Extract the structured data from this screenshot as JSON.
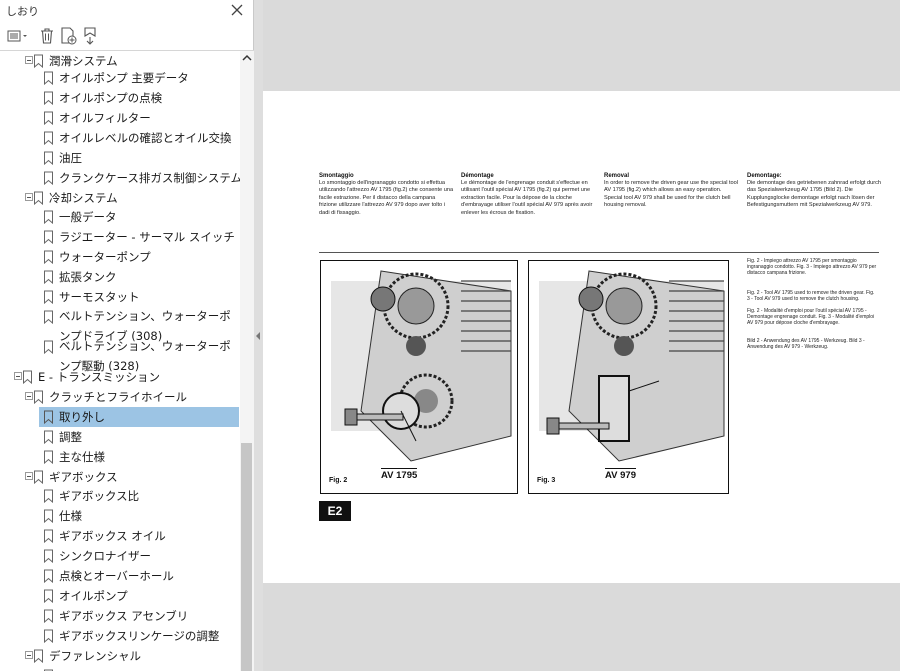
{
  "panel": {
    "title": "しおり",
    "tools": [
      "options-menu-icon",
      "trash-icon",
      "new-bookmark-icon",
      "find-bookmark-icon"
    ]
  },
  "bookmarks": [
    {
      "label": "潤滑システム",
      "level": 1,
      "expandable": true
    },
    {
      "label": "オイルポンプ 主要データ",
      "level": 2
    },
    {
      "label": "オイルポンプの点検",
      "level": 2
    },
    {
      "label": "オイルフィルター",
      "level": 2
    },
    {
      "label": "オイルレベルの確認とオイル交換",
      "level": 2
    },
    {
      "label": "油圧",
      "level": 2
    },
    {
      "label": "クランクケース排ガス制御システム",
      "level": 2
    },
    {
      "label": "冷却システム",
      "level": 1,
      "expandable": true
    },
    {
      "label": "一般データ",
      "level": 2
    },
    {
      "label": "ラジエーター - サーマル スイッチ",
      "level": 2
    },
    {
      "label": "ウォーターポンプ",
      "level": 2
    },
    {
      "label": "拡張タンク",
      "level": 2
    },
    {
      "label": "サーモスタット",
      "level": 2
    },
    {
      "label": "ベルトテンション、ウォーターポンプドライブ (308)",
      "level": 2
    },
    {
      "label": "ベルトテンション、ウォーターポンプ駆動 (328)",
      "level": 2
    },
    {
      "label": "E - トランスミッション",
      "level": 0,
      "expandable": true
    },
    {
      "label": "クラッチとフライホイール",
      "level": 1,
      "expandable": true
    },
    {
      "label": "取り外し",
      "level": 2,
      "selected": true
    },
    {
      "label": "調整",
      "level": 2
    },
    {
      "label": "主な仕様",
      "level": 2
    },
    {
      "label": "ギアボックス",
      "level": 1,
      "expandable": true
    },
    {
      "label": "ギアボックス比",
      "level": 2
    },
    {
      "label": "仕様",
      "level": 2
    },
    {
      "label": "ギアボックス オイル",
      "level": 2
    },
    {
      "label": "シンクロナイザー",
      "level": 2
    },
    {
      "label": "点検とオーバーホール",
      "level": 2
    },
    {
      "label": "オイルポンプ",
      "level": 2
    },
    {
      "label": "ギアボックス アセンブリ",
      "level": 2
    },
    {
      "label": "ギアボックスリンケージの調整",
      "level": 2
    },
    {
      "label": "デファレンシャル",
      "level": 1,
      "expandable": true
    }
  ],
  "page": {
    "columns": [
      {
        "heading": "Smontaggio",
        "text": "Lo smontaggio dell'ingranaggio condotto si effettua utilizzando l'attrezzo AV 1795 (fig.2) che consente una facile estrazione. Per il distacco della campana frizione utilizzare l'attrezzo AV 979 dopo aver tolto i dadi di fissaggio."
      },
      {
        "heading": "Démontage",
        "text": "Le démontage de l'engrenage conduit s'effectue en utilisant l'outil spécial AV 1795 (fig.2) qui permet une extraction facile. Pour la dépose de la cloche d'embrayage utiliser l'outil spécial AV 979 après avoir enlever les écrous de fixation."
      },
      {
        "heading": "Removal",
        "text": "In order to remove the driven gear use the special tool AV 1795 (fig.2) which allows an easy operation. Special tool AV 979 shall be used for the clutch bell housing removal."
      },
      {
        "heading": "Demontage:",
        "text": "Die demontage des getriebenen zahnrad erfolgt durch das Spezialwerkzeug AV 1795 (Bild 2). Die Kupplungsglocke demontage erfolgt nach lösen der Befestigungsmuttern mit Spezialwerkzeug AV 979."
      }
    ],
    "captions": [
      "Fig. 2 - Impiego attrezzo AV 1795 per smontaggio ingranaggio condotto. Fig. 3 - Impiego attrezzo AV 979 per distacco campana frizione.",
      "Fig. 2 - Tool AV 1795 used to remove the driven gear. Fig. 3 - Tool AV 979 used to remove the clutch housing.",
      "Fig. 2 - Modalité d'emploi pour l'outil spécial AV 1795 - Demontage engrenage conduit. Fig. 3 - Modalité d'emploi AV 979 pour dépose cloche d'embrayage.",
      "Bild 2 - Anwendung des AV 1795 - Werkzeug. Bild 3 - Anwendung des AV 979 - Werkzeug."
    ],
    "figures": [
      {
        "label": "Fig. 2",
        "tool": "AV 1795"
      },
      {
        "label": "Fig. 3",
        "tool": "AV 979"
      }
    ],
    "section_badge": "E2"
  },
  "colors": {
    "selection": "#9cc4e4",
    "viewer_bg": "#dadada"
  }
}
